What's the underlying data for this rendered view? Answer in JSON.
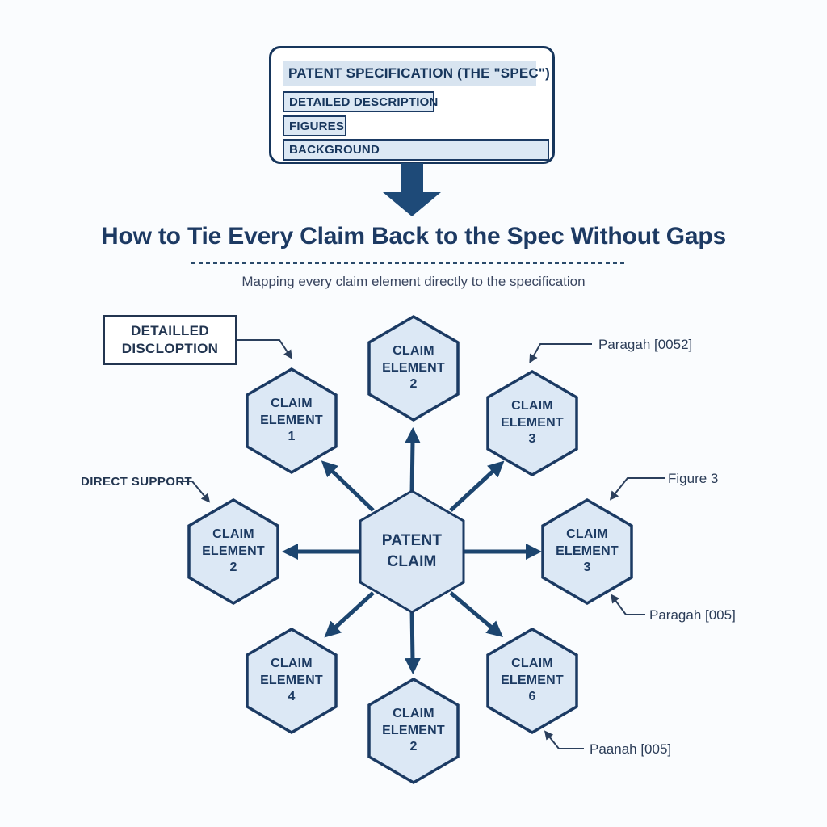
{
  "colors": {
    "navy": "#17365c",
    "arrow_navy": "#1c456f",
    "block_arrow": "#1e4a78",
    "hex_fill": "#dce8f5",
    "hex_stroke": "#1b3a63",
    "highlight_bg": "#d8e4f0",
    "row_bg": "#dce8f4",
    "background": "#fafcfe"
  },
  "spec_box": {
    "title": "PATENT SPECIFICATION (THE \"SPEC\")",
    "sections": [
      "DETAILED DESCRIPTION",
      "FIGURES",
      "BACKGROUND"
    ]
  },
  "heading": {
    "title": "How to Tie Every Claim Back to the Spec Without Gaps",
    "subtitle": "Mapping every claim element directly to the specification"
  },
  "diagram": {
    "center": {
      "line1": "PATENT",
      "line2": "CLAIM"
    },
    "nodes": [
      {
        "position": "top-left",
        "line1": "CLAIM",
        "line2": "ELEMENT",
        "num": "1"
      },
      {
        "position": "top",
        "line1": "CLAIM",
        "line2": "ELEMENT",
        "num": "2"
      },
      {
        "position": "top-right",
        "line1": "CLAIM",
        "line2": "ELEMENT",
        "num": "3"
      },
      {
        "position": "left",
        "line1": "CLAIM",
        "line2": "ELEMENT",
        "num": "2"
      },
      {
        "position": "right",
        "line1": "CLAIM",
        "line2": "ELEMENT",
        "num": "3"
      },
      {
        "position": "bottom-left",
        "line1": "CLAIM",
        "line2": "ELEMENT",
        "num": "4"
      },
      {
        "position": "bottom",
        "line1": "CLAIM",
        "line2": "ELEMENT",
        "num": "2"
      },
      {
        "position": "bottom-right",
        "line1": "CLAIM",
        "line2": "ELEMENT",
        "num": "6"
      }
    ],
    "callouts": {
      "detailed_box_line1": "DETAILLED",
      "detailed_box_line2": "DISCLOPTION",
      "direct_support": "DIRECT SUPPORT",
      "paragraph_0052": "Paragah [0052]",
      "figure_3": "Figure 3",
      "paragraph_005_right": "Paragah [005]",
      "paragraph_005_bottom": "Paanah [005]"
    }
  }
}
